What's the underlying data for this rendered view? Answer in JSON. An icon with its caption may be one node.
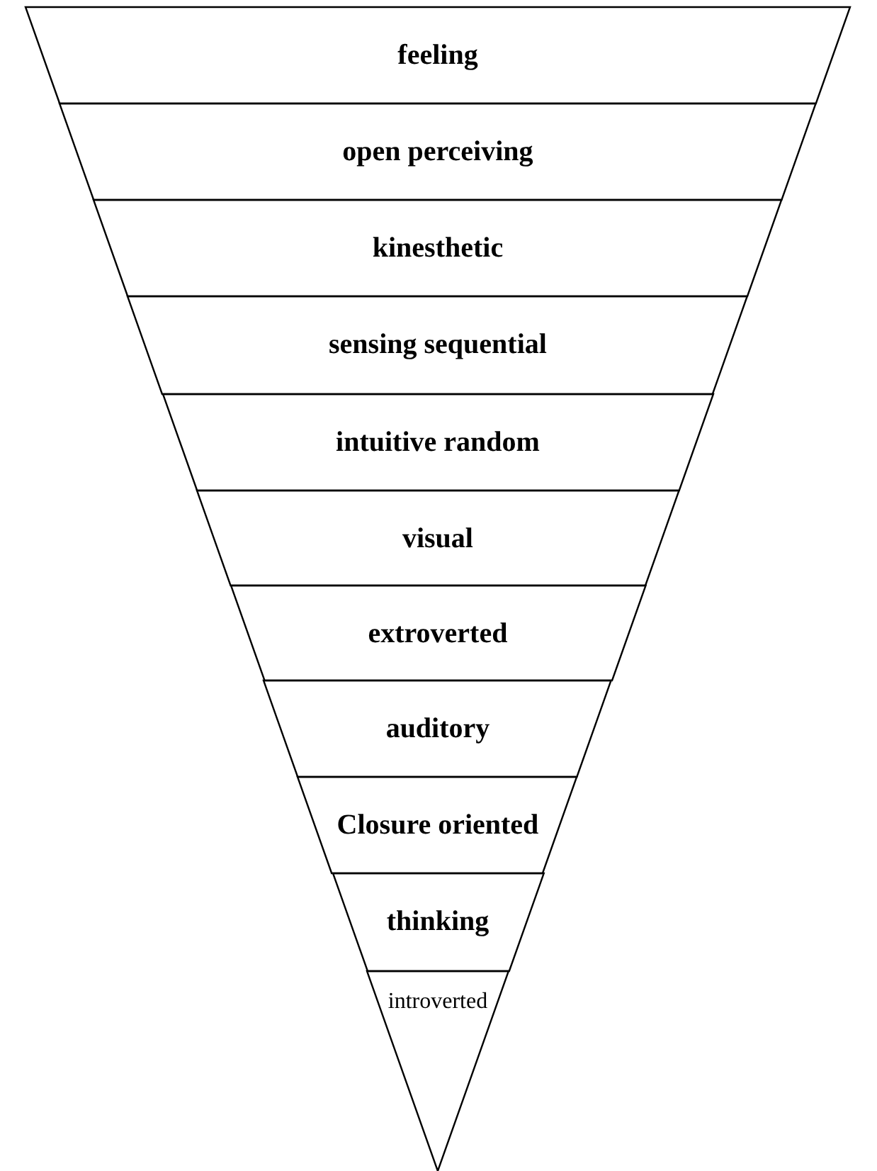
{
  "diagram": {
    "nodes": [
      {
        "text": [
          "feeling"
        ]
      },
      {
        "text": [
          "open perceiving"
        ]
      },
      {
        "text": [
          "kinesthetic"
        ]
      },
      {
        "text": [
          "sensing sequential"
        ]
      },
      {
        "text": [
          "intuitive random"
        ]
      },
      {
        "text": [
          "visual"
        ]
      },
      {
        "text": [
          "extroverted"
        ]
      },
      {
        "text": [
          "auditory"
        ]
      },
      {
        "text": [
          "Closure oriented"
        ]
      },
      {
        "text": [
          "thinking"
        ]
      },
      {
        "text": [
          "introverted"
        ]
      }
    ]
  }
}
